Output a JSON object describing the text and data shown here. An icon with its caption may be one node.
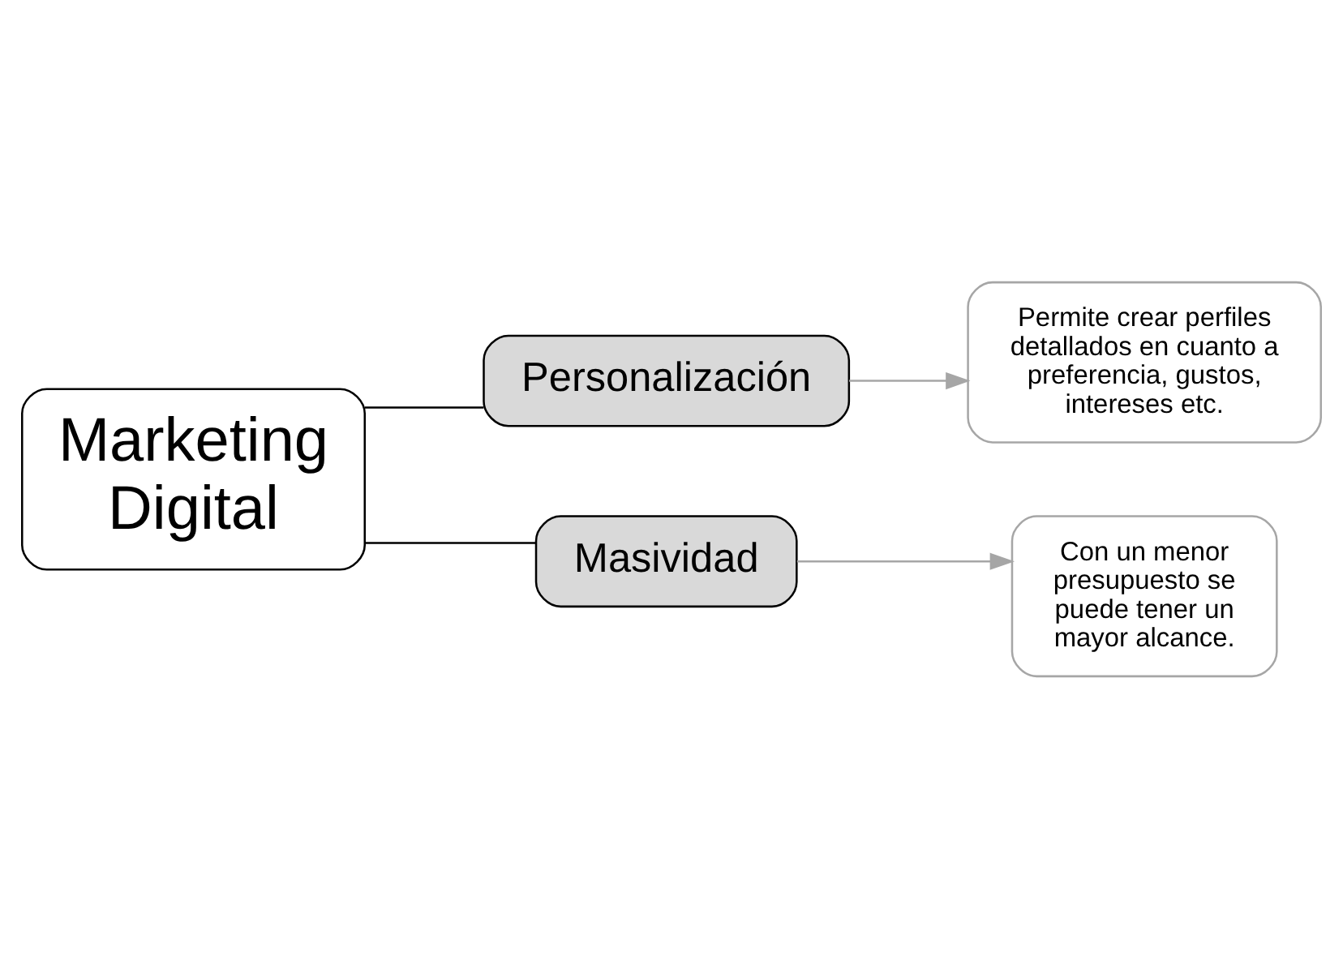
{
  "diagram": {
    "nodes": [
      {
        "text": [
          "Marketing Digital"
        ]
      },
      {
        "text": [
          "Personalización"
        ]
      },
      {
        "text": [
          "Masividad"
        ]
      },
      {
        "text": [
          "Permite crear perfiles detallados en cuanto a preferencia, gustos, intereses etc."
        ]
      },
      {
        "text": [
          "Con un menor presupuesto se puede tener un mayor alcance."
        ]
      }
    ],
    "edges": [
      {
        "from": 0,
        "to": 1,
        "arrow": "none"
      },
      {
        "from": 0,
        "to": 2,
        "arrow": "none"
      },
      {
        "from": 1,
        "to": 3,
        "arrow": "to",
        "color": "#a6a6a6"
      },
      {
        "from": 2,
        "to": 4,
        "arrow": "to",
        "color": "#a6a6a6"
      }
    ]
  }
}
